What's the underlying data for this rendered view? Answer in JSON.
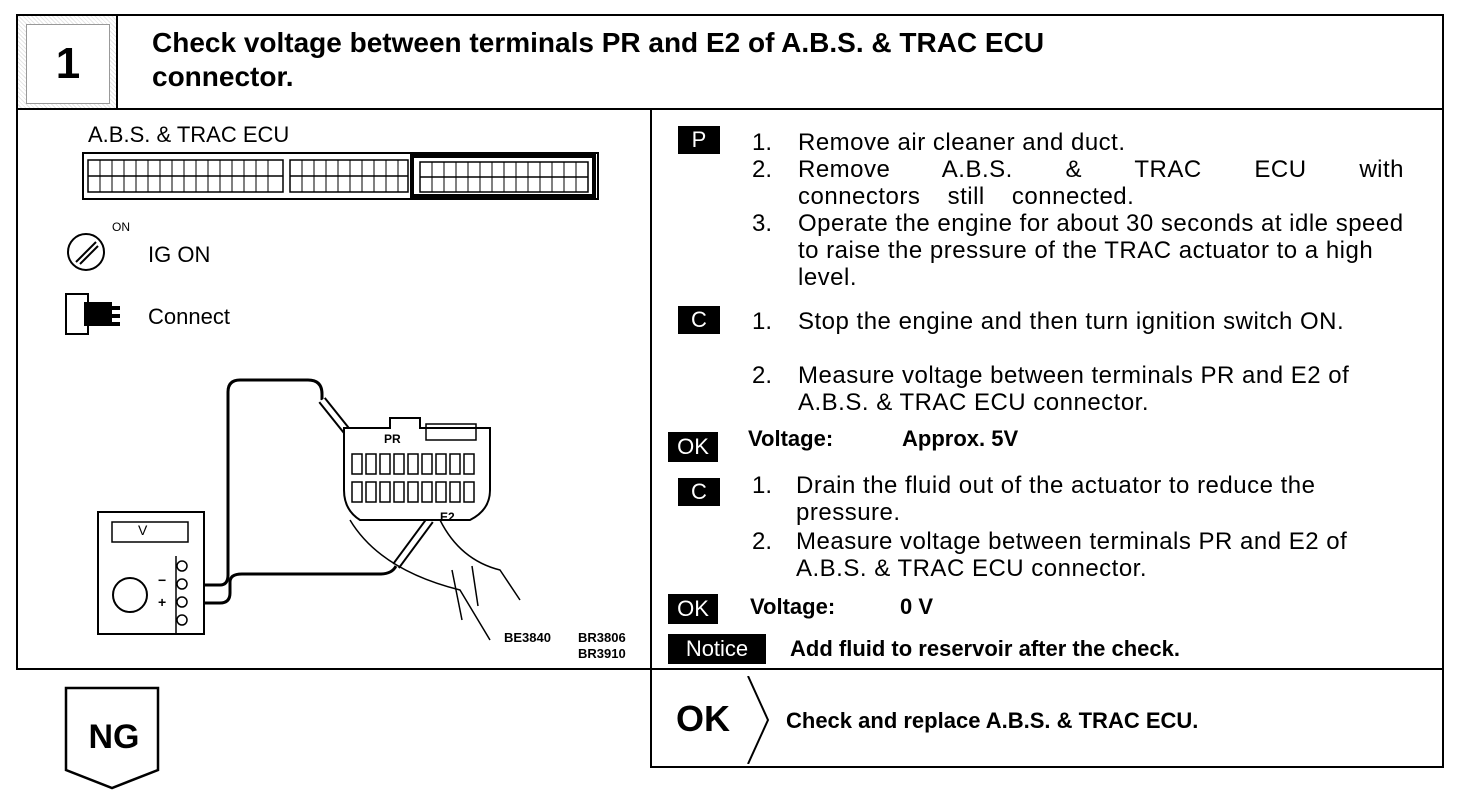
{
  "step": {
    "number": "1",
    "title_line1": "Check voltage between terminals PR and E2 of A.B.S. & TRAC ECU",
    "title_line2": "connector."
  },
  "illustration": {
    "ecu_label": "A.B.S. & TRAC ECU",
    "ig_on_small": "ON",
    "ig_on_label": "IG ON",
    "connect_label": "Connect",
    "meter_label": "V",
    "meter_minus": "−",
    "meter_plus": "+",
    "terminal_pr": "PR",
    "terminal_e2": "E2",
    "code1": "BE3840",
    "code2": "BR3806",
    "code3": "BR3910"
  },
  "procedure": {
    "p_badge": "P",
    "p_steps": [
      {
        "n": "1.",
        "text": "Remove air cleaner and duct."
      },
      {
        "n": "2.",
        "text": "Remove A.B.S. & TRAC ECU with connectors still connected."
      },
      {
        "n": "3.",
        "text": "Operate the engine for about 30 seconds at idle speed to raise the pressure of the TRAC actuator to a high level."
      }
    ],
    "c1_badge": "C",
    "c1_steps": [
      {
        "n": "1.",
        "text": "Stop the engine and then turn ignition switch ON."
      },
      {
        "n": "2.",
        "text": "Measure voltage between terminals PR and E2 of A.B.S. & TRAC ECU connector."
      }
    ],
    "ok1_badge": "OK",
    "ok1_label": "Voltage:",
    "ok1_value": "Approx. 5V",
    "c2_badge": "C",
    "c2_steps": [
      {
        "n": "1.",
        "text": "Drain the fluid out of the actuator to reduce the pressure."
      },
      {
        "n": "2.",
        "text": "Measure voltage between terminals PR and E2 of A.B.S. & TRAC ECU connector."
      }
    ],
    "ok2_badge": "OK",
    "ok2_label": "Voltage:",
    "ok2_value": "0 V",
    "notice_badge": "Notice",
    "notice_text": "Add fluid to reservoir after the check."
  },
  "result": {
    "ng_label": "NG",
    "ok_label": "OK",
    "ok_action": "Check and replace A.B.S. & TRAC ECU."
  }
}
